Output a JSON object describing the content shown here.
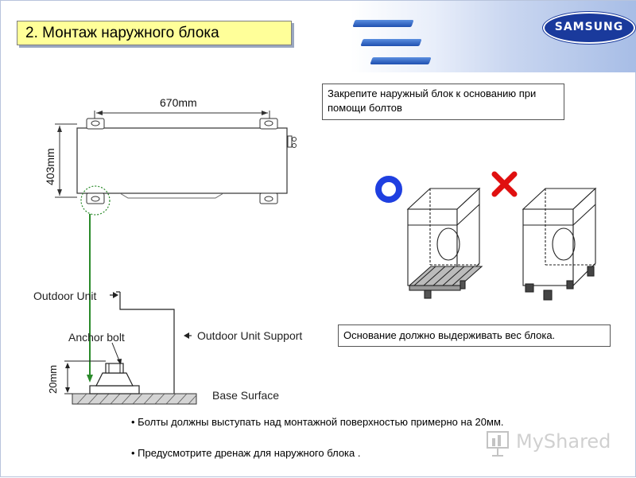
{
  "header": {
    "title": "2. Монтаж наружного блока",
    "logo_text": "SAMSUNG"
  },
  "top_diagram": {
    "width_dim": "670mm",
    "height_dim": "403mm"
  },
  "notes": {
    "fix_note": "Закрепите наружный блок к основанию при помощи болтов",
    "support_note": "Основание должно выдерживать вес блока."
  },
  "section_diagram": {
    "outdoor_unit": "Outdoor Unit",
    "anchor_bolt": "Anchor bolt",
    "outdoor_unit_support": "Outdoor Unit Support",
    "bolt_dim": "20mm",
    "base_surface": "Base Surface"
  },
  "bullets": [
    "Болты должны выступать над монтажной поверхностью примерно на 20мм.",
    "Предусмотрите дренаж для наружного блока ."
  ],
  "colors": {
    "correct_mark": "#1f3fe0",
    "wrong_mark": "#e01010",
    "title_bg": "#ffff99",
    "drain_line": "#2a8a2a"
  },
  "watermark": {
    "text": "MyShared"
  }
}
